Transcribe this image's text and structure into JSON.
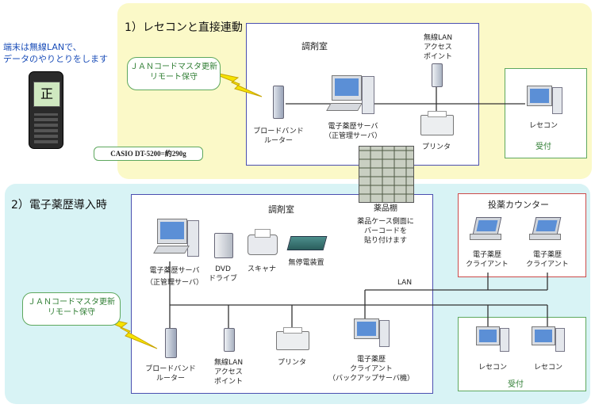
{
  "handheld": {
    "note_line1": "端末は無線LANで、",
    "note_line2": "データのやりとりをします",
    "screen_char": "正",
    "model_label": "CASIO DT-5200=約290g"
  },
  "section1": {
    "title": "1）レセコンと直接連動",
    "room_title": "調剤室",
    "callout_line1": "ＪＡＮコードマスタ更新",
    "callout_line2": "リモート保守",
    "router_line1": "ブロードバンド",
    "router_line2": "ルーター",
    "server_line1": "電子薬歴サーバ",
    "server_line2": "（正管理サーバ）",
    "ap_line1": "無線LAN",
    "ap_line2": "アクセス",
    "ap_line3": "ポイント",
    "printer": "プリンタ",
    "recep_pc": "レセコン",
    "reception": "受付"
  },
  "shelf": {
    "title": "薬品棚",
    "line1": "薬品ケース側面に",
    "line2": "バーコードを",
    "line3": "貼り付けます"
  },
  "section2": {
    "title": "2）電子薬歴導入時",
    "room_title": "調剤室",
    "server_line1": "電子薬歴サーバ",
    "server_line2": "（正管理サーバ）",
    "dvd_line1": "DVD",
    "dvd_line2": "ドライブ",
    "scanner": "スキャナ",
    "ups": "無停電装置",
    "lan": "LAN",
    "callout_line1": "ＪＡＮコードマスタ更新",
    "callout_line2": "リモート保守",
    "router_line1": "ブロードバンド",
    "router_line2": "ルーター",
    "ap_line1": "無線LAN",
    "ap_line2": "アクセス",
    "ap_line3": "ポイント",
    "printer": "プリンタ",
    "client_line1": "電子薬歴",
    "client_line2": "クライアント",
    "client_line3": "（バックアップサーバ機）",
    "counter_title": "投薬カウンター",
    "counter_client1_line1": "電子薬歴",
    "counter_client1_line2": "クライアント",
    "counter_client2_line1": "電子薬歴",
    "counter_client2_line2": "クライアント",
    "recep_pc1": "レセコン",
    "recep_pc2": "レセコン",
    "reception": "受付"
  }
}
